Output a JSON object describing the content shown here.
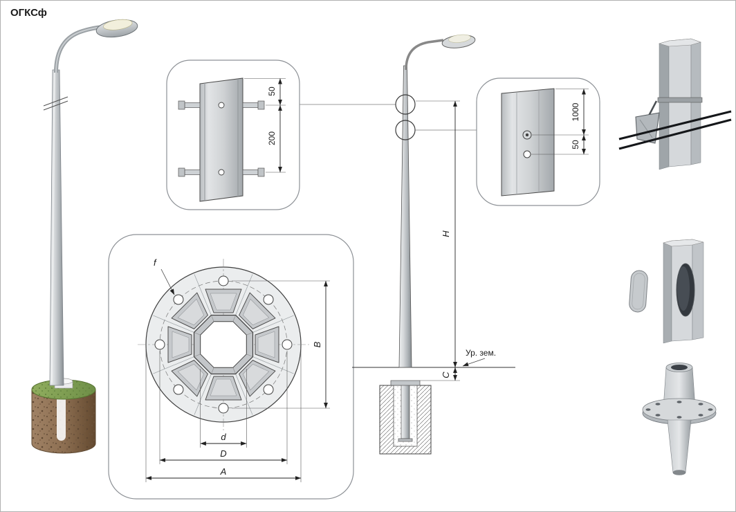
{
  "title": "ОГКСф",
  "top_detail": {
    "dim_top": "50",
    "dim_span": "200"
  },
  "flange": {
    "f_label": "f",
    "b_label": "B",
    "d_label": "d",
    "dd_label": "D",
    "a_label": "A"
  },
  "elevation": {
    "h_label": "H",
    "ground_label": "Ур. зем.",
    "c_label": "C"
  },
  "right_detail": {
    "dim_top": "1000",
    "dim_bottom": "50"
  }
}
